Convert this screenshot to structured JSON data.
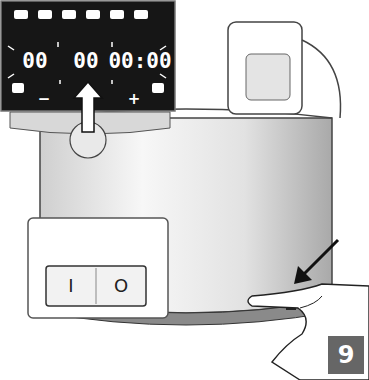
{
  "diagram": {
    "nodes": [
      {
        "text": [
          "9"
        ]
      }
    ],
    "labels": [
      "00",
      "00",
      "00:00",
      "−",
      "+",
      "I",
      "O"
    ]
  }
}
